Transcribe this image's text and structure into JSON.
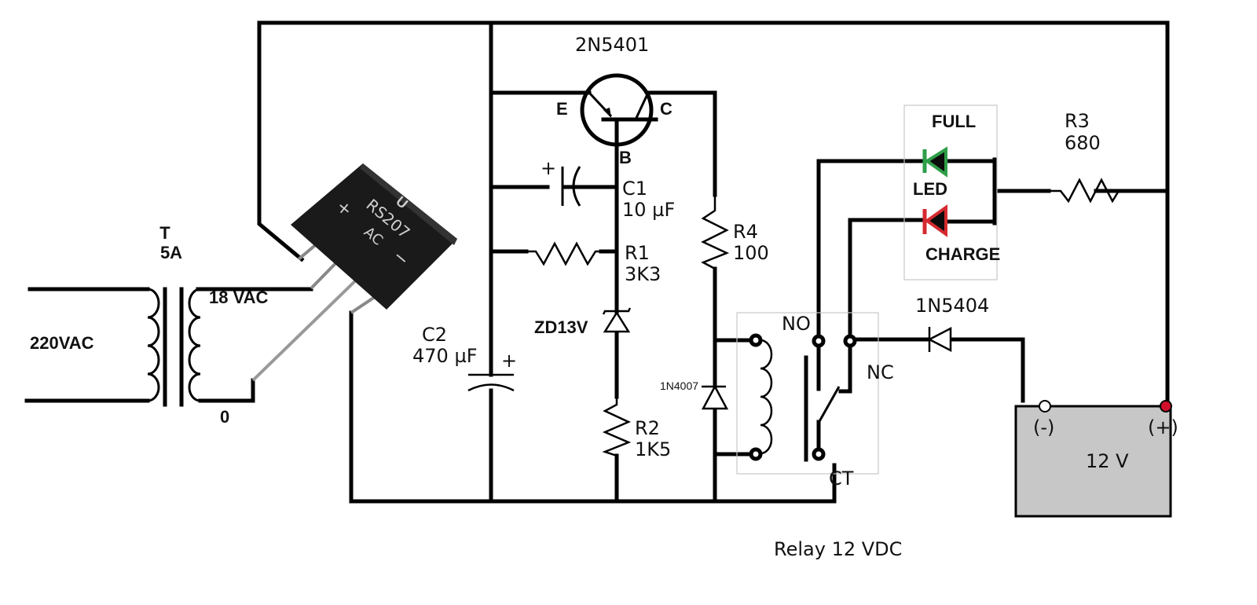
{
  "title": "12V Battery Charger Circuit Schematic",
  "transformer": {
    "ref": "T",
    "rating": "5A",
    "primary": "220VAC",
    "secondary": "18 VAC",
    "secondary_zero": "0"
  },
  "bridge": {
    "part": "RS207",
    "logo": "U",
    "mark_plus": "+",
    "mark_ac": "AC",
    "mark_minus": "−"
  },
  "transistor": {
    "part": "2N5401",
    "emitter": "E",
    "collector": "C",
    "base": "B"
  },
  "c1": {
    "ref": "C1",
    "value": "10 µF",
    "polarity": "+"
  },
  "c2": {
    "ref": "C2",
    "value": "470 µF",
    "polarity": "+"
  },
  "r1": {
    "ref": "R1",
    "value": "3K3"
  },
  "r2": {
    "ref": "R2",
    "value": "1K5"
  },
  "r3": {
    "ref": "R3",
    "value": "680"
  },
  "r4": {
    "ref": "R4",
    "value": "100"
  },
  "zener": {
    "label": "ZD13V"
  },
  "flyback_diode": {
    "part": "1N4007"
  },
  "series_diode": {
    "part": "1N5404"
  },
  "relay": {
    "label": "Relay 12 VDC",
    "no": "NO",
    "nc": "NC",
    "ct": "CT"
  },
  "leds": {
    "title": "LED",
    "full": "FULL",
    "charge": "CHARGE",
    "full_color": "#2e9e48",
    "charge_color": "#d42a2f"
  },
  "battery": {
    "voltage": "12 V",
    "neg": "(-)",
    "pos": "(+)",
    "fill_color": "#c7c7c7",
    "pos_terminal_color": "#d0102a"
  }
}
